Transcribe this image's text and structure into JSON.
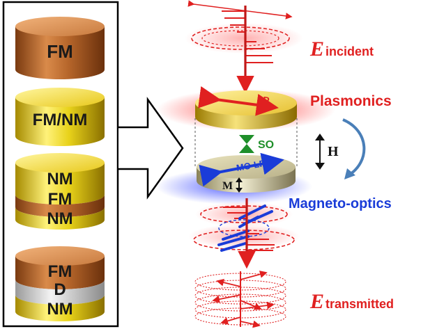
{
  "left_panel": {
    "stacks": [
      {
        "layers": [
          {
            "label": "FM",
            "material": "ferromagnet"
          }
        ]
      },
      {
        "layers": [
          {
            "label": "FM/NM",
            "material": "noble"
          }
        ]
      },
      {
        "layers": [
          {
            "label": "NM",
            "material": "noble"
          },
          {
            "label": "FM",
            "material": "ferromagnet"
          },
          {
            "label": "NM",
            "material": "noble"
          }
        ]
      },
      {
        "layers": [
          {
            "label": "FM",
            "material": "ferromagnet"
          },
          {
            "label": "D",
            "material": "dielectric"
          },
          {
            "label": "NM",
            "material": "noble"
          }
        ]
      }
    ]
  },
  "labels": {
    "e_incident_symbol": "E",
    "e_incident_subscript": "incident",
    "e_transmitted_symbol": "E",
    "e_transmitted_subscript": "transmitted",
    "plasmonics": "Plasmonics",
    "magneto_optics": "Magneto-optics",
    "lp": "LP",
    "mo_lp": "MO-LP",
    "so": "SO",
    "h_field": "H",
    "magnetization": "M"
  },
  "colors": {
    "red": "#e02020",
    "blue": "#1a3cd8",
    "green": "#1f8f2a",
    "gold": "#e8c21a",
    "copper": "#b5652a",
    "grey": "#d8d8d8",
    "dark_text": "#111111"
  },
  "icons": {
    "big_arrow": "outlined-right-arrow",
    "so_coupling": "hourglass-icon",
    "h_arrow": "double-vertical-arrow",
    "curved_arrow": "curved-arrow-icon"
  }
}
